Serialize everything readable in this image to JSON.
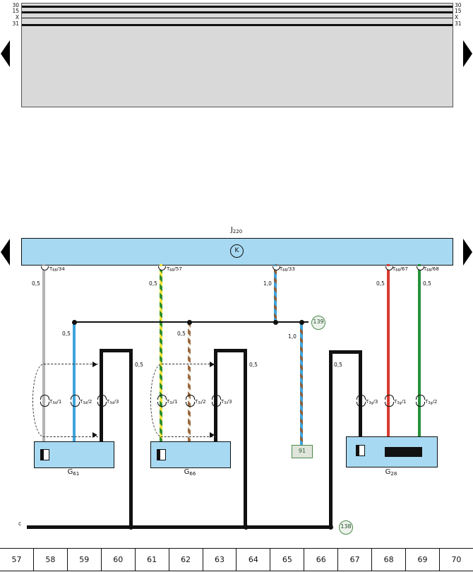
{
  "bus": {
    "left_labels": [
      "30",
      "15",
      "X",
      "31"
    ],
    "right_labels": [
      "30",
      "15",
      "X",
      "31"
    ]
  },
  "controller": {
    "designation_prefix": "J",
    "designation_sub": "220",
    "relay_letter": "K"
  },
  "terminals": [
    {
      "prefix": "T",
      "sub": "68",
      "suffix": "/34",
      "gauge": "0,5"
    },
    {
      "prefix": "T",
      "sub": "68",
      "suffix": "/57",
      "gauge": "0,5"
    },
    {
      "prefix": "T",
      "sub": "68",
      "suffix": "/33",
      "gauge": "1,0"
    },
    {
      "prefix": "T",
      "sub": "68",
      "suffix": "/67",
      "gauge": "0,5"
    },
    {
      "prefix": "T",
      "sub": "68",
      "suffix": "/68",
      "gauge": "0,5"
    }
  ],
  "wire_gauges": {
    "blue_branch": "0,5",
    "brown_branch": "0,5",
    "ground_branch_lower": "1,0",
    "g61_ground": "0,5",
    "g66_ground": "0,5",
    "g28_ground": "0,5"
  },
  "connectors": [
    {
      "prefix": "T",
      "sub": "3d",
      "suffix": "/1"
    },
    {
      "prefix": "T",
      "sub": "3d",
      "suffix": "/2"
    },
    {
      "prefix": "T",
      "sub": "3d",
      "suffix": "/3"
    },
    {
      "prefix": "T",
      "sub": "3i",
      "suffix": "/1"
    },
    {
      "prefix": "T",
      "sub": "3i",
      "suffix": "/2"
    },
    {
      "prefix": "T",
      "sub": "3i",
      "suffix": "/3"
    },
    {
      "prefix": "T",
      "sub": "3g",
      "suffix": "/3"
    },
    {
      "prefix": "T",
      "sub": "3g",
      "suffix": "/1"
    },
    {
      "prefix": "T",
      "sub": "3g",
      "suffix": "/2"
    }
  ],
  "components": [
    {
      "prefix": "G",
      "sub": "61"
    },
    {
      "prefix": "G",
      "sub": "66"
    },
    {
      "prefix": "G",
      "sub": "28"
    }
  ],
  "ground_point": {
    "label": "91"
  },
  "reference_markers": {
    "upper": "139",
    "lower": "138"
  },
  "ground_rail_label": "c",
  "track_numbers": [
    "57",
    "58",
    "59",
    "60",
    "61",
    "62",
    "63",
    "64",
    "65",
    "66",
    "67",
    "68",
    "69",
    "70"
  ],
  "colors": {
    "bus_bar_fill": "#a7d9f2",
    "component_fill": "#a7d9f2",
    "top_panel_fill": "#d9d9d9",
    "wire_gray": "#b3b3b3",
    "wire_blue": "#3ea3dc",
    "wire_red": "#d93a30",
    "wire_green": "#25913b",
    "wire_green_yellow": [
      "#2f8f2f",
      "#f2e23c"
    ],
    "wire_brown_white": [
      "#9b6a42",
      "#f5f2ea"
    ],
    "wire_blue_brown": [
      "#3ea3dc",
      "#8a5f3c"
    ],
    "ground_black": "#111111",
    "marker_green": "#4a8a4a"
  }
}
